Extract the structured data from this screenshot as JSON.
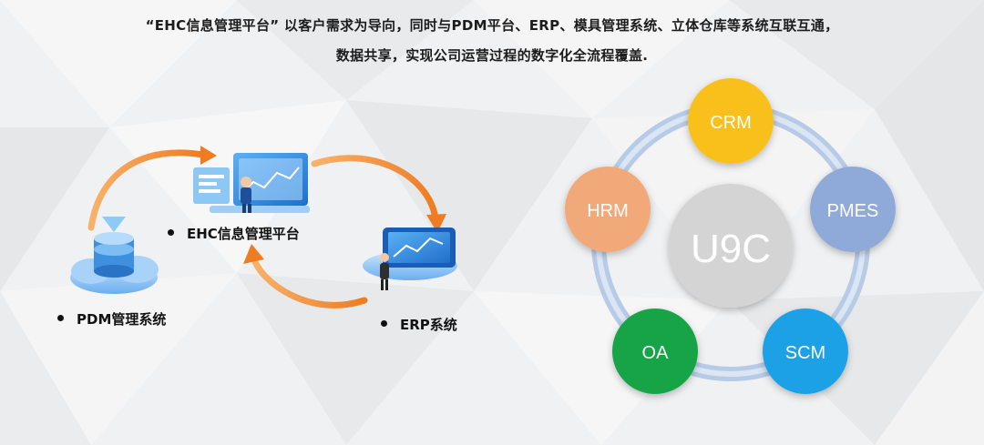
{
  "headline": {
    "line1": "“EHC信息管理平台” 以客户需求为导向，同时与PDM平台、ERP、模具管理系统、立体仓库等系统互联互通，",
    "line2": "数据共享，实现公司运营过程的数字化全流程覆盖."
  },
  "left_diagram": {
    "ehc_label": "EHC信息管理平台",
    "pdm_label": "PDM管理系统",
    "erp_label": "ERP系统"
  },
  "right_diagram": {
    "center": "U9C",
    "nodes": [
      {
        "id": "crm",
        "label": "CRM",
        "color": "#f9c01c"
      },
      {
        "id": "pmes",
        "label": "PMES",
        "color": "#8fa9d9"
      },
      {
        "id": "scm",
        "label": "SCM",
        "color": "#1aa0e6"
      },
      {
        "id": "oa",
        "label": "OA",
        "color": "#14a447"
      },
      {
        "id": "hrm",
        "label": "HRM",
        "color": "#f2a97a"
      }
    ],
    "center_color": "#d4d4d4",
    "ring_color": "#b8cbe6"
  },
  "colors": {
    "arrow": "#f08a33",
    "platform_blue": "#2a7fd6"
  }
}
